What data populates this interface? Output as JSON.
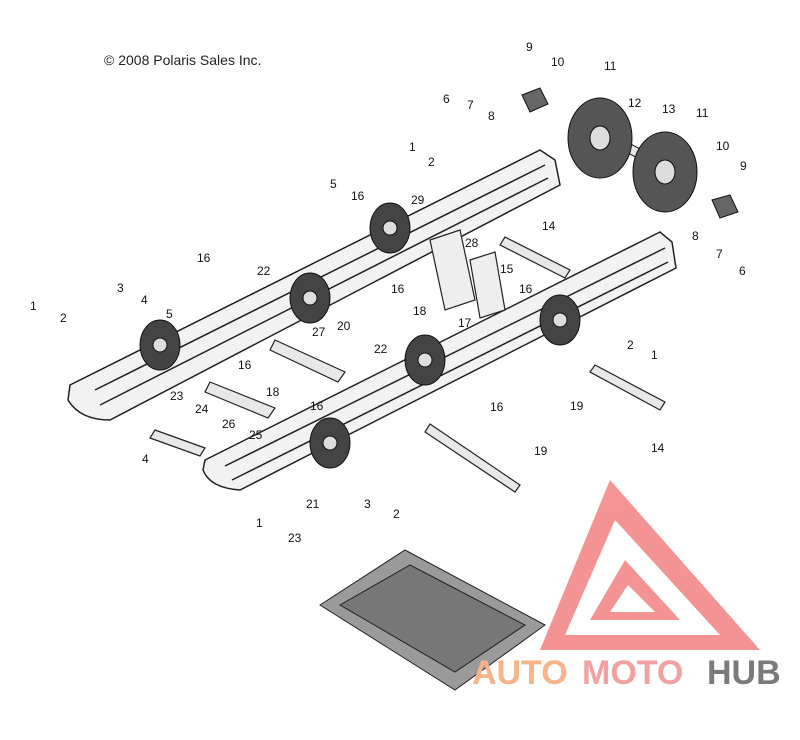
{
  "copyright": "© 2008 Polaris Sales Inc.",
  "watermark": {
    "part1": "AUTO",
    "part2": "MOTO",
    "part3": "HUB",
    "colors": {
      "auto": "#f7b48a",
      "moto": "#f2a0a0",
      "hub": "#7a7a7a",
      "logo": "#f07070"
    }
  },
  "callouts": [
    "9",
    "10",
    "11",
    "12",
    "13",
    "11",
    "10",
    "9",
    "6",
    "7",
    "8",
    "1",
    "2",
    "5",
    "16",
    "29",
    "14",
    "28",
    "15",
    "16",
    "16",
    "18",
    "17",
    "8",
    "7",
    "6",
    "2",
    "1",
    "3",
    "4",
    "5",
    "16",
    "22",
    "27",
    "20",
    "22",
    "16",
    "18",
    "16",
    "1",
    "2",
    "23",
    "24",
    "26",
    "25",
    "16",
    "19",
    "19",
    "14",
    "4",
    "3",
    "2",
    "1",
    "23",
    "21"
  ]
}
